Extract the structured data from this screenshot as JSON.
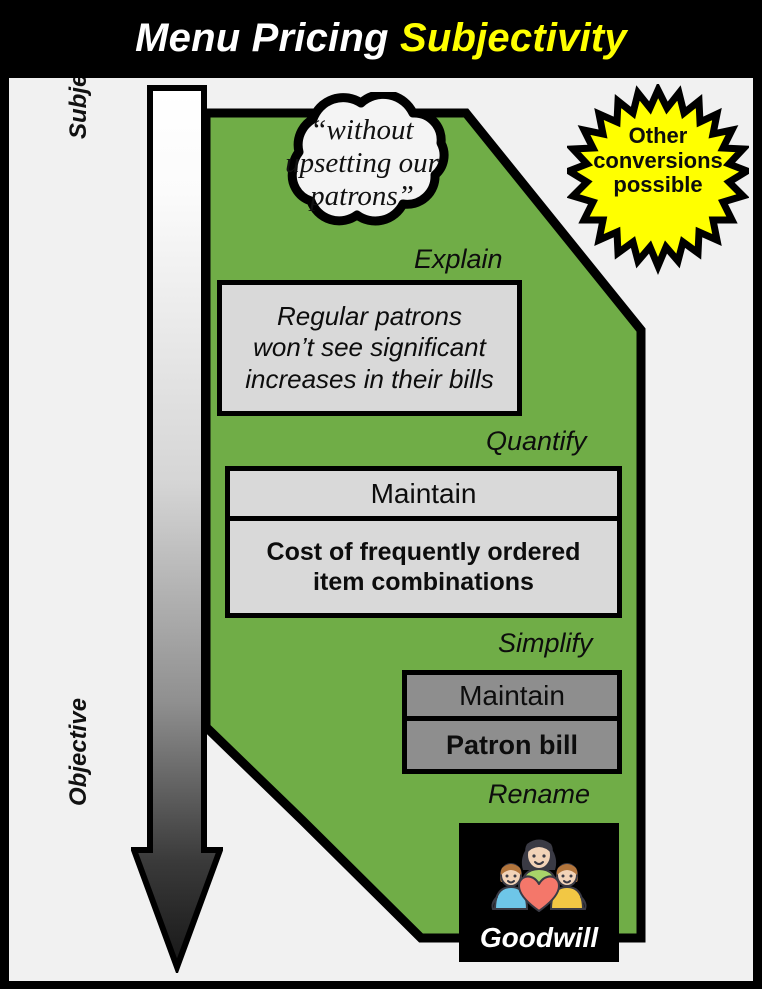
{
  "title": {
    "part1": "Menu Pricing ",
    "part2": "Subjectivity",
    "part1_color": "#ffffff",
    "part2_color": "#ffff00",
    "background": "#000000"
  },
  "axis": {
    "top_label": "Subjective",
    "bottom_label": "Objective",
    "icon": "down-arrow-gradient",
    "gradient_from": "#ffffff",
    "gradient_to": "#1a1a1a"
  },
  "callouts": {
    "quote": {
      "icon": "thought-cloud",
      "text": "“without upsetting our patrons”",
      "line1": "“without",
      "line2": "upsetting our",
      "line3": "patrons”"
    },
    "burst": {
      "icon": "starburst",
      "color": "#ffff00",
      "line1": "Other",
      "line2": "conversions",
      "line3": "possible"
    }
  },
  "funnel": {
    "color": "#70ad47",
    "stages": [
      {
        "label": "Explain",
        "type": "textbox",
        "fill": "#d9d9d9",
        "line1": "Regular patrons",
        "line2": "won’t see significant",
        "line3": "increases in their bills"
      },
      {
        "label": "Quantify",
        "type": "two-row",
        "fill": "#c9c9c9",
        "row1": "Maintain",
        "row2_line1": "Cost of frequently ordered",
        "row2_line2": "item combinations"
      },
      {
        "label": "Simplify",
        "type": "two-row",
        "fill": "#8e8e8e",
        "row1": "Maintain",
        "row2": "Patron bill"
      },
      {
        "label": "Rename",
        "type": "image-card",
        "fill": "#000000",
        "caption": "Goodwill",
        "icon": "family-with-heart"
      }
    ]
  }
}
